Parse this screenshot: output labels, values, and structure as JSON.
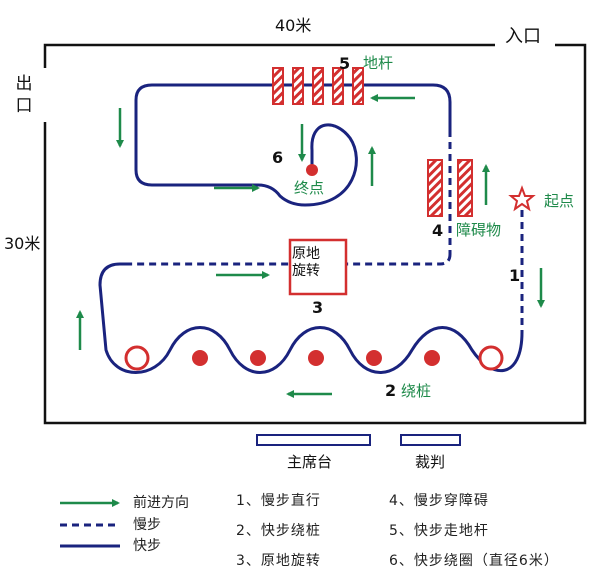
{
  "dimensions": {
    "width_label": "40米",
    "height_label": "30米"
  },
  "labels": {
    "entrance": "入口",
    "exit_chars": [
      "出",
      "口"
    ],
    "start": "起点",
    "end": "终点",
    "rotate_box": "原地旋转",
    "stand": "主席台",
    "referee": "裁判"
  },
  "station_numbers": {
    "n1": "1",
    "n2": "2",
    "n3": "3",
    "n4": "4",
    "n5": "5",
    "n6": "6"
  },
  "station_labels": {
    "s2": "绕桩",
    "s4": "障碍物",
    "s5": "地杆"
  },
  "legend": [
    {
      "label": "前进方向",
      "style": "green-arrow"
    },
    {
      "label": "慢步",
      "style": "dashed-line"
    },
    {
      "label": "快步",
      "style": "solid-line"
    }
  ],
  "steps": [
    "1、慢步直行",
    "2、快步绕桩",
    "3、原地旋转",
    "4、慢步穿障碍",
    "5、快步走地杆",
    "6、快步绕圈（直径6米）"
  ],
  "colors": {
    "path": "#1a237e",
    "arrow": "#1e8a4a",
    "obstacle": "#d32f2f",
    "text_green": "#1e8a4a",
    "border": "#111111"
  }
}
